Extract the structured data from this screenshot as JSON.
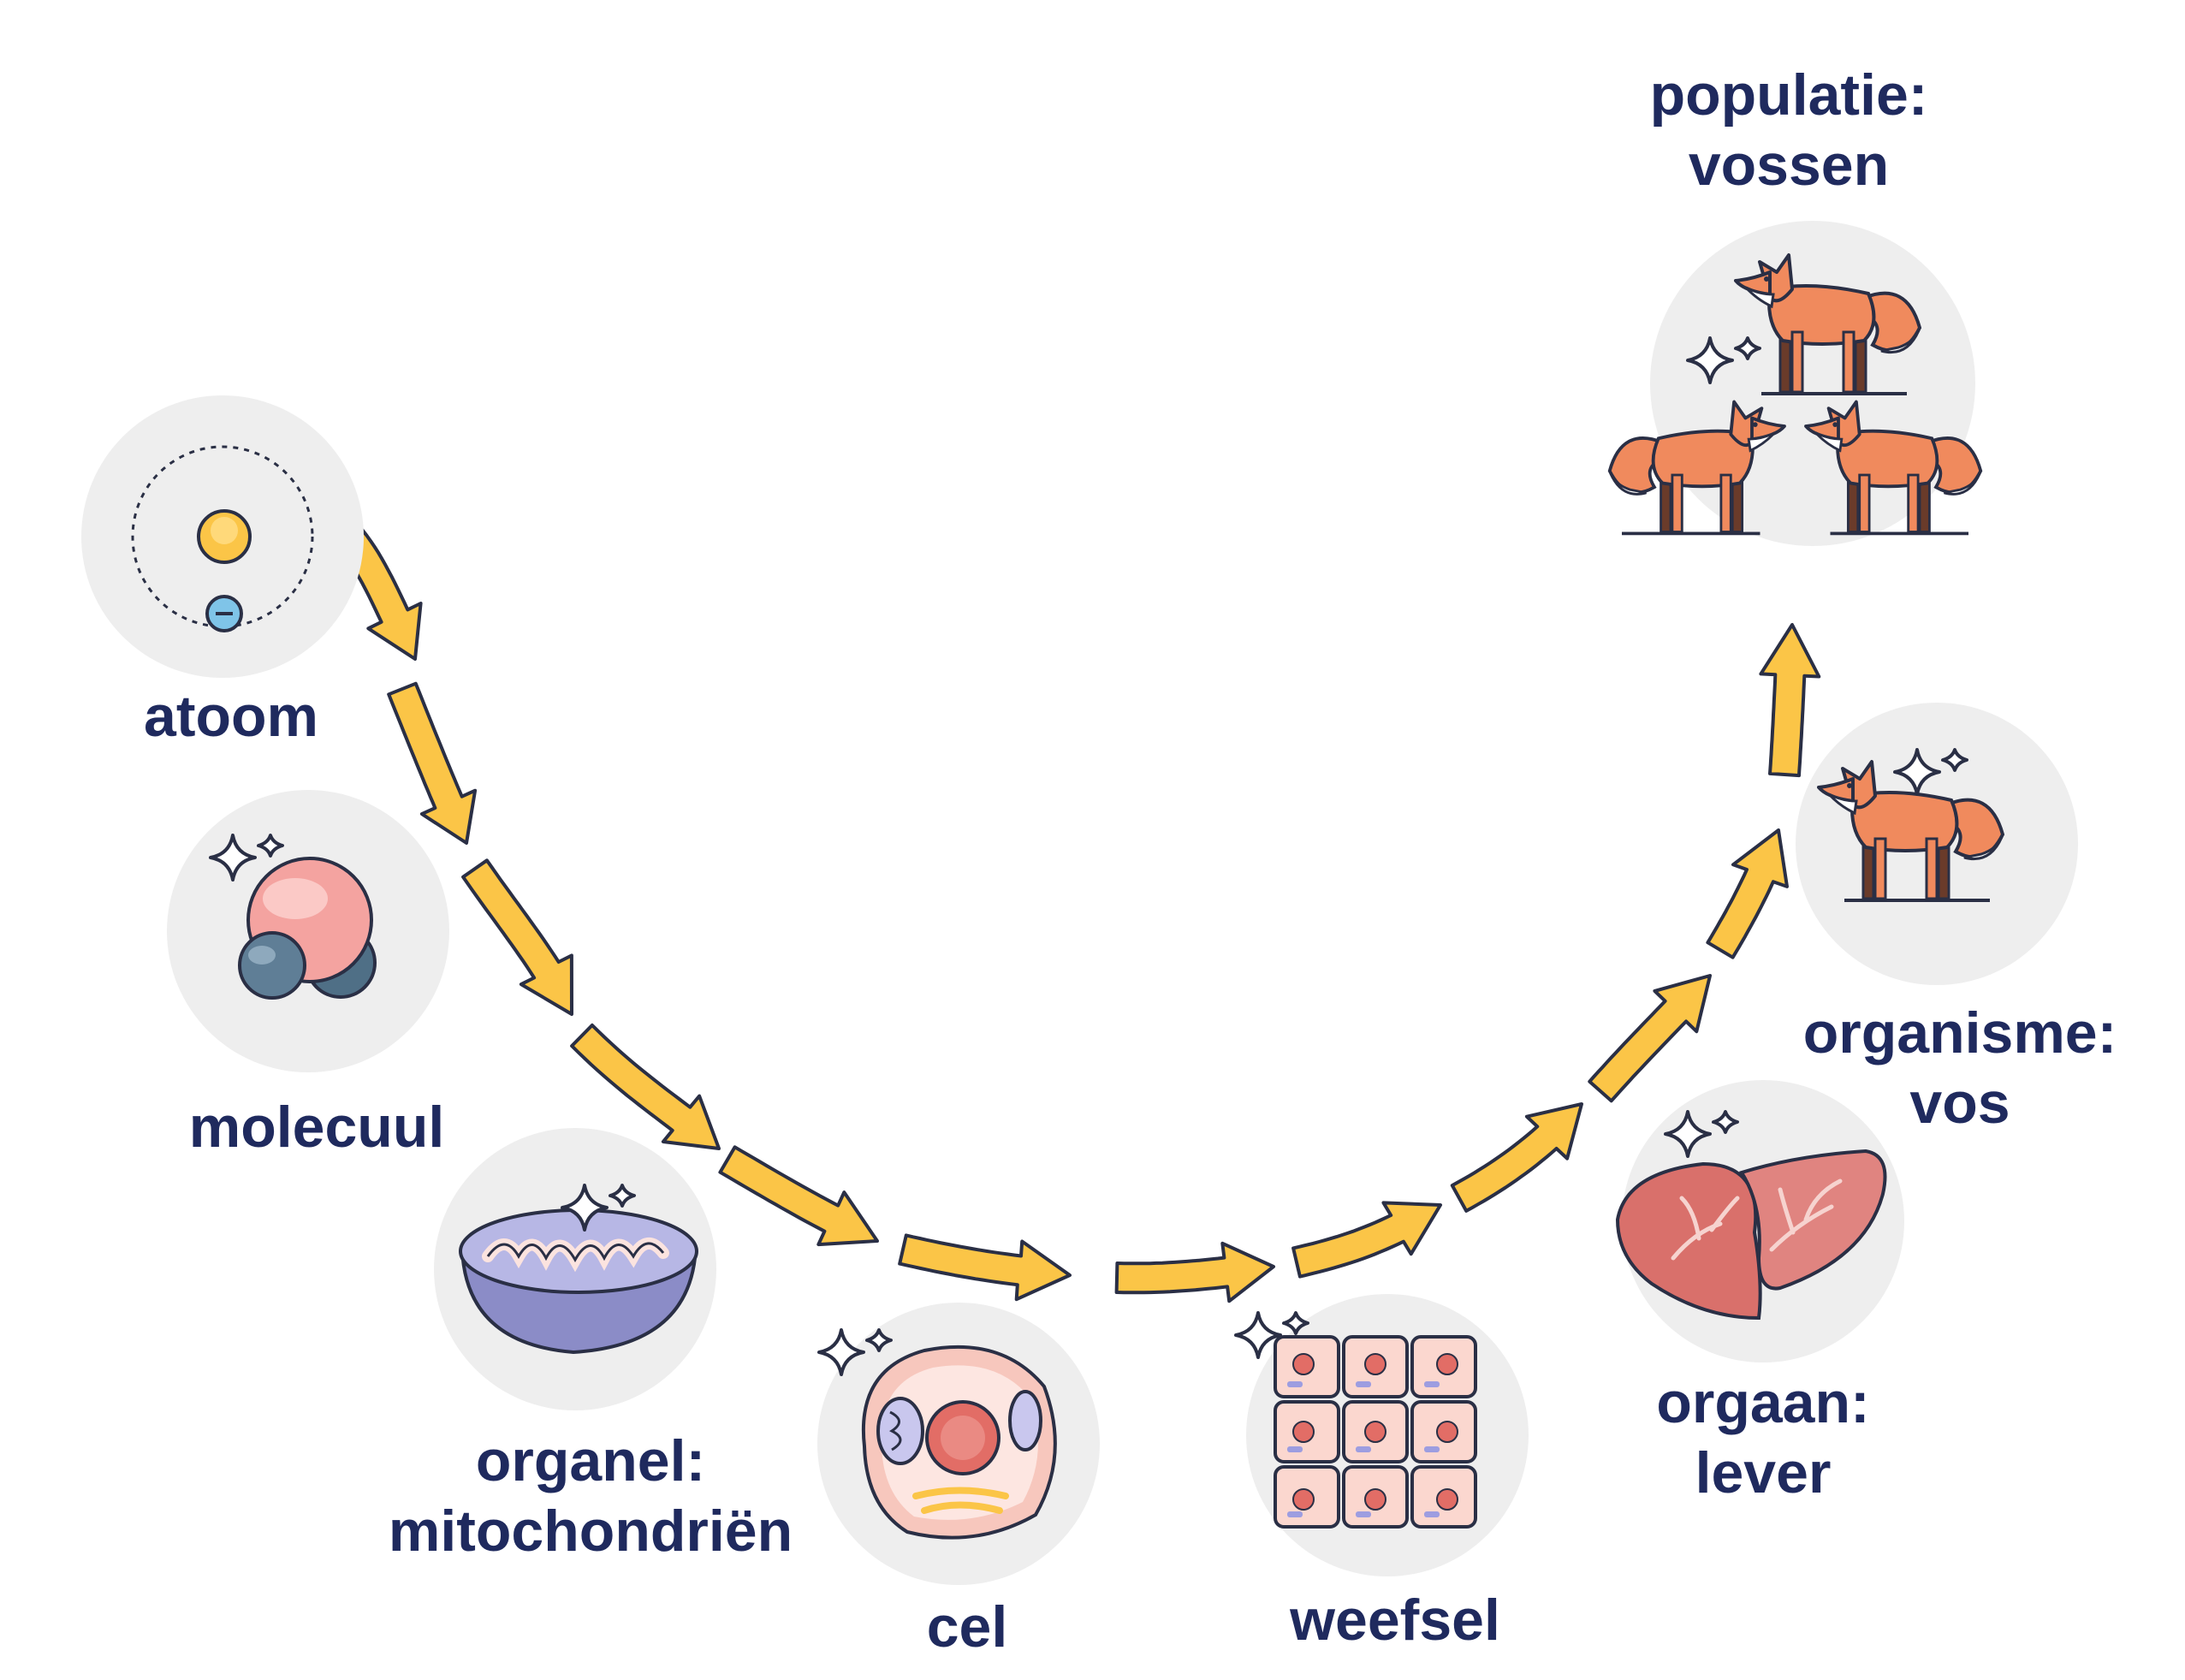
{
  "colors": {
    "arrow_fill": "#fbc547",
    "arrow_stroke": "#2a2f45",
    "circle_bg": "#eeeeee",
    "label_text": "#1f2a5e",
    "fox": "#f08a5d",
    "liver": "#d9706b",
    "mitochondrion": "#8b8cc7",
    "molecule_big": "#f4a3a0",
    "molecule_small": "#5f7e96"
  },
  "levels": [
    {
      "id": "atom",
      "icon": "atom-icon",
      "lines": [
        "atoom"
      ]
    },
    {
      "id": "molecule",
      "icon": "molecule-icon",
      "lines": [
        "molecuul"
      ]
    },
    {
      "id": "organelle",
      "icon": "mitochondrion-icon",
      "lines": [
        "organel:",
        "mitochondriën"
      ]
    },
    {
      "id": "cell",
      "icon": "cell-icon",
      "lines": [
        "cel"
      ]
    },
    {
      "id": "tissue",
      "icon": "tissue-icon",
      "lines": [
        "weefsel"
      ]
    },
    {
      "id": "organ",
      "icon": "liver-icon",
      "lines": [
        "orgaan:",
        "lever"
      ]
    },
    {
      "id": "organism",
      "icon": "fox-icon",
      "lines": [
        "organisme:",
        "vos"
      ]
    },
    {
      "id": "population",
      "icon": "fox-population-icon",
      "lines": [
        "populatie:",
        "vossen"
      ]
    }
  ]
}
